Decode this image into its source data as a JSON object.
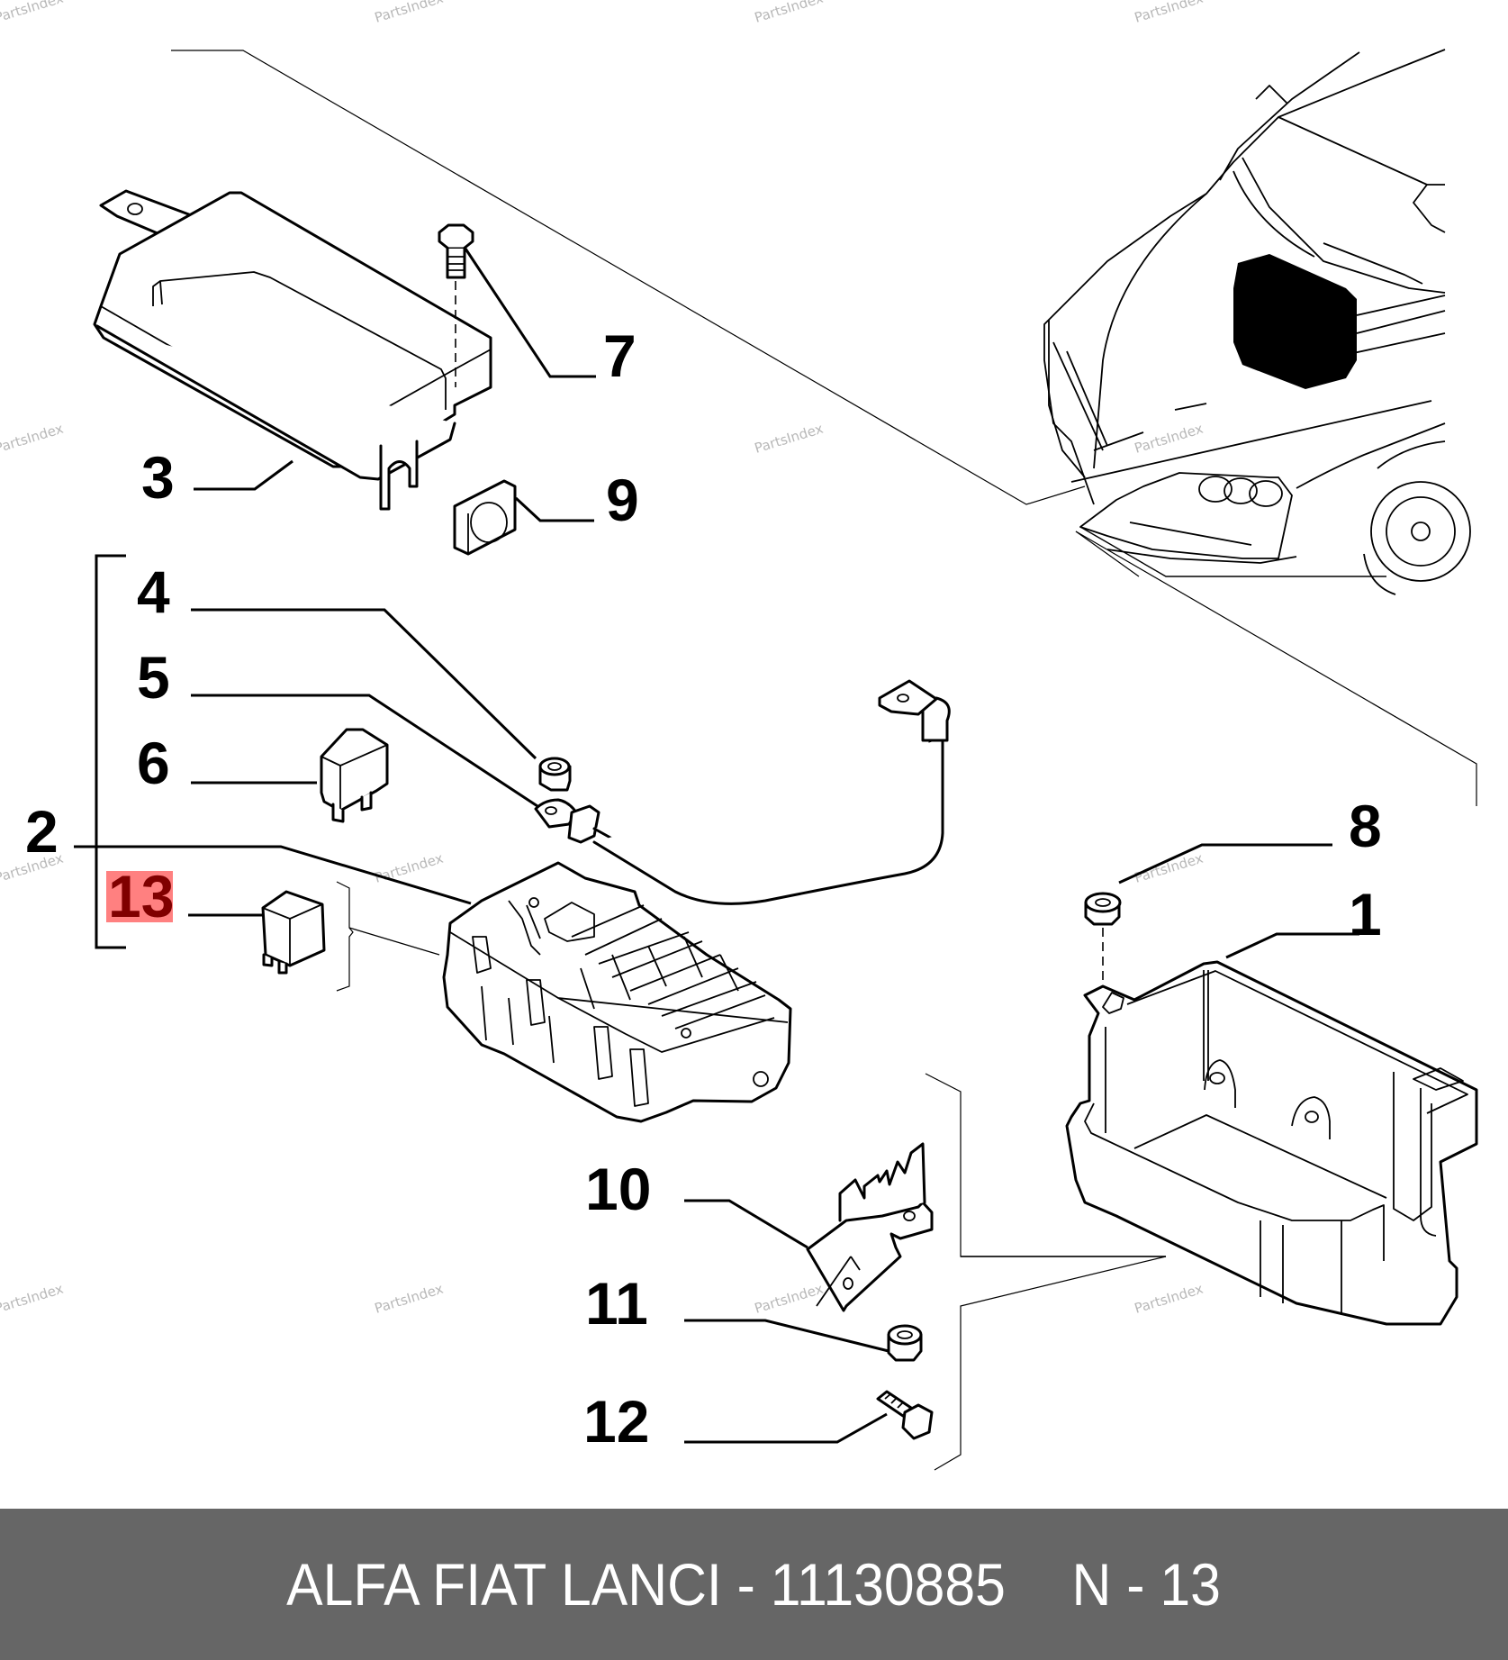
{
  "diagram": {
    "title": "Fuse box / body computer assembly exploded view",
    "highlighted_callout": "13",
    "highlight_color": "#ff8080",
    "highlight_text_color": "#800000",
    "callouts": [
      {
        "id": "1",
        "part": "battery-tray-housing"
      },
      {
        "id": "2",
        "part": "fuse-box-control-unit"
      },
      {
        "id": "3",
        "part": "fuse-box-cover"
      },
      {
        "id": "4",
        "part": "nut"
      },
      {
        "id": "5",
        "part": "ground-cable"
      },
      {
        "id": "6",
        "part": "relay"
      },
      {
        "id": "7",
        "part": "bolt"
      },
      {
        "id": "8",
        "part": "nut"
      },
      {
        "id": "9",
        "part": "clip-nut"
      },
      {
        "id": "10",
        "part": "bracket"
      },
      {
        "id": "11",
        "part": "nut"
      },
      {
        "id": "12",
        "part": "bolt"
      },
      {
        "id": "13",
        "part": "relay-mini"
      }
    ],
    "watermark": "PartsIndex"
  },
  "footer": {
    "brand_label": "ALFA FIAT LANCI",
    "separator": "-",
    "part_number": "11130885",
    "position_label": "N - 13",
    "background": "#666666",
    "text_color": "#ffffff"
  }
}
